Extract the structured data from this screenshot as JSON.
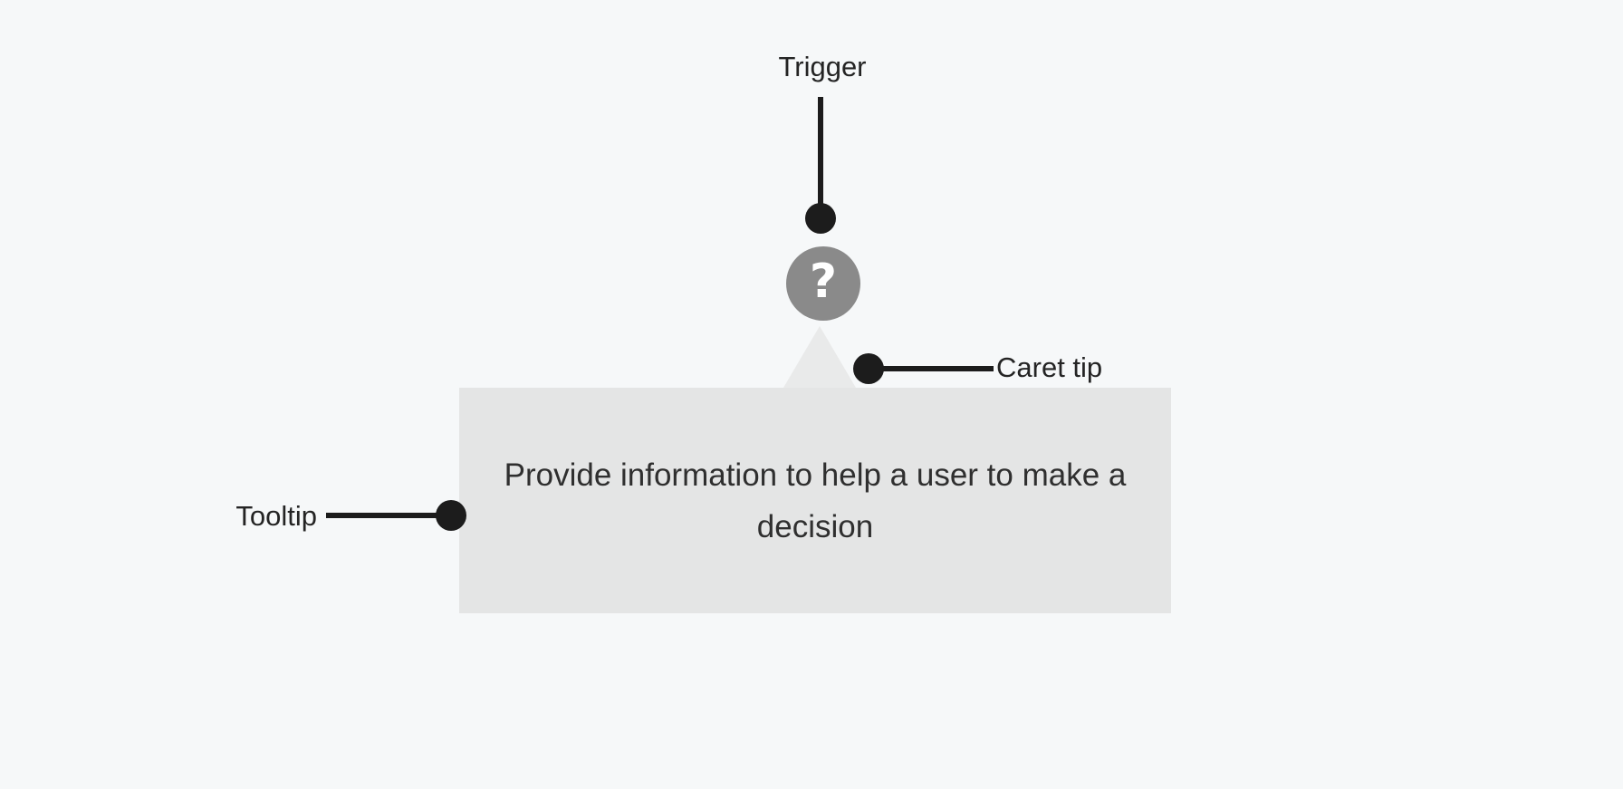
{
  "colors": {
    "canvas_bg": "#f6f8f9",
    "annotation": "#1c1c1c",
    "tooltip_bg": "#e4e5e5",
    "caret_bg": "#e9eaea",
    "icon_bg": "#8a8a8a",
    "icon_glyph": "#ffffff",
    "label_text": "#242424",
    "tooltip_text": "#2f2f2f"
  },
  "annotations": {
    "trigger_label": "Trigger",
    "caret_tip_label": "Caret tip",
    "tooltip_label": "Tooltip"
  },
  "trigger_icon": {
    "name": "question-mark-icon",
    "glyph": "?"
  },
  "tooltip": {
    "text": "Provide information to help a user to make a decision"
  }
}
